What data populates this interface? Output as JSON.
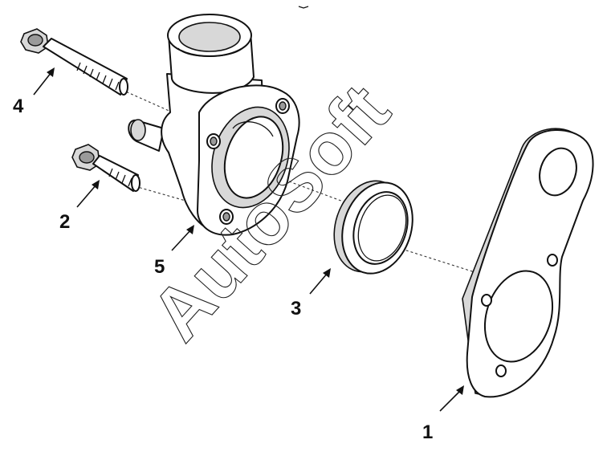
{
  "diagram": {
    "callouts": [
      {
        "id": "1",
        "label": "1"
      },
      {
        "id": "2",
        "label": "2"
      },
      {
        "id": "3",
        "label": "3"
      },
      {
        "id": "4",
        "label": "4"
      },
      {
        "id": "5",
        "label": "5"
      }
    ],
    "watermark": "AutoSoft",
    "colors": {
      "line": "#111111",
      "shade": "#d8d8d8",
      "background": "#ffffff"
    }
  }
}
